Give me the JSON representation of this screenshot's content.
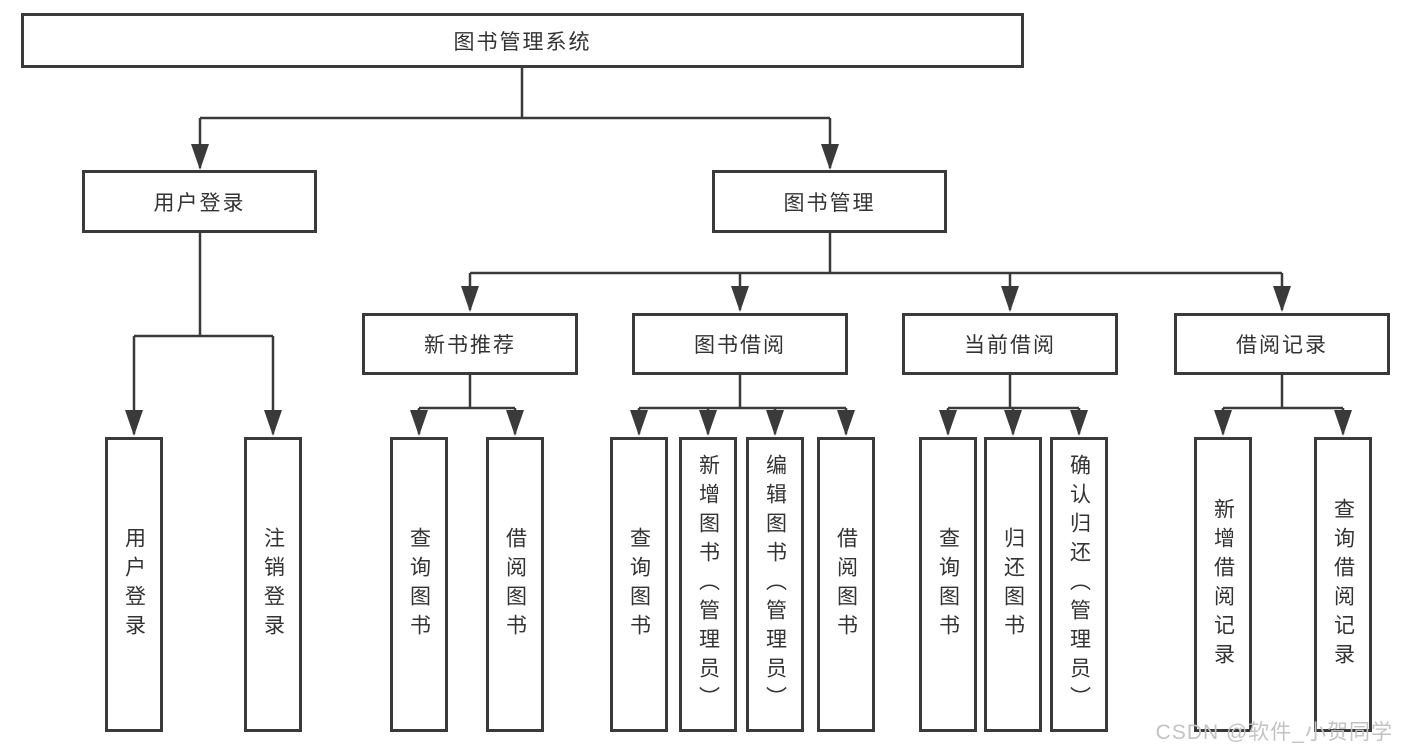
{
  "diagram": {
    "title": "图书管理系统",
    "level2": [
      {
        "label": "用户登录"
      },
      {
        "label": "图书管理"
      }
    ],
    "level3": [
      {
        "label": "新书推荐"
      },
      {
        "label": "图书借阅"
      },
      {
        "label": "当前借阅"
      },
      {
        "label": "借阅记录"
      }
    ],
    "leaves": {
      "user_login": [
        "用户登录",
        "注销登录"
      ],
      "new_book": [
        "查询图书",
        "借阅图书"
      ],
      "book_borrow": [
        "查询图书",
        "新增图书（管理员）",
        "编辑图书（管理员）",
        "借阅图书"
      ],
      "current_borrow": [
        "查询图书",
        "归还图书",
        "确认归还（管理员）"
      ],
      "borrow_records": [
        "新增借阅记录",
        "查询借阅记录"
      ]
    },
    "colors": {
      "line": "#3a3a3a",
      "text": "#333333",
      "background": "#ffffff"
    }
  },
  "watermark": {
    "text": "CSDN @软件_小贺同学"
  }
}
